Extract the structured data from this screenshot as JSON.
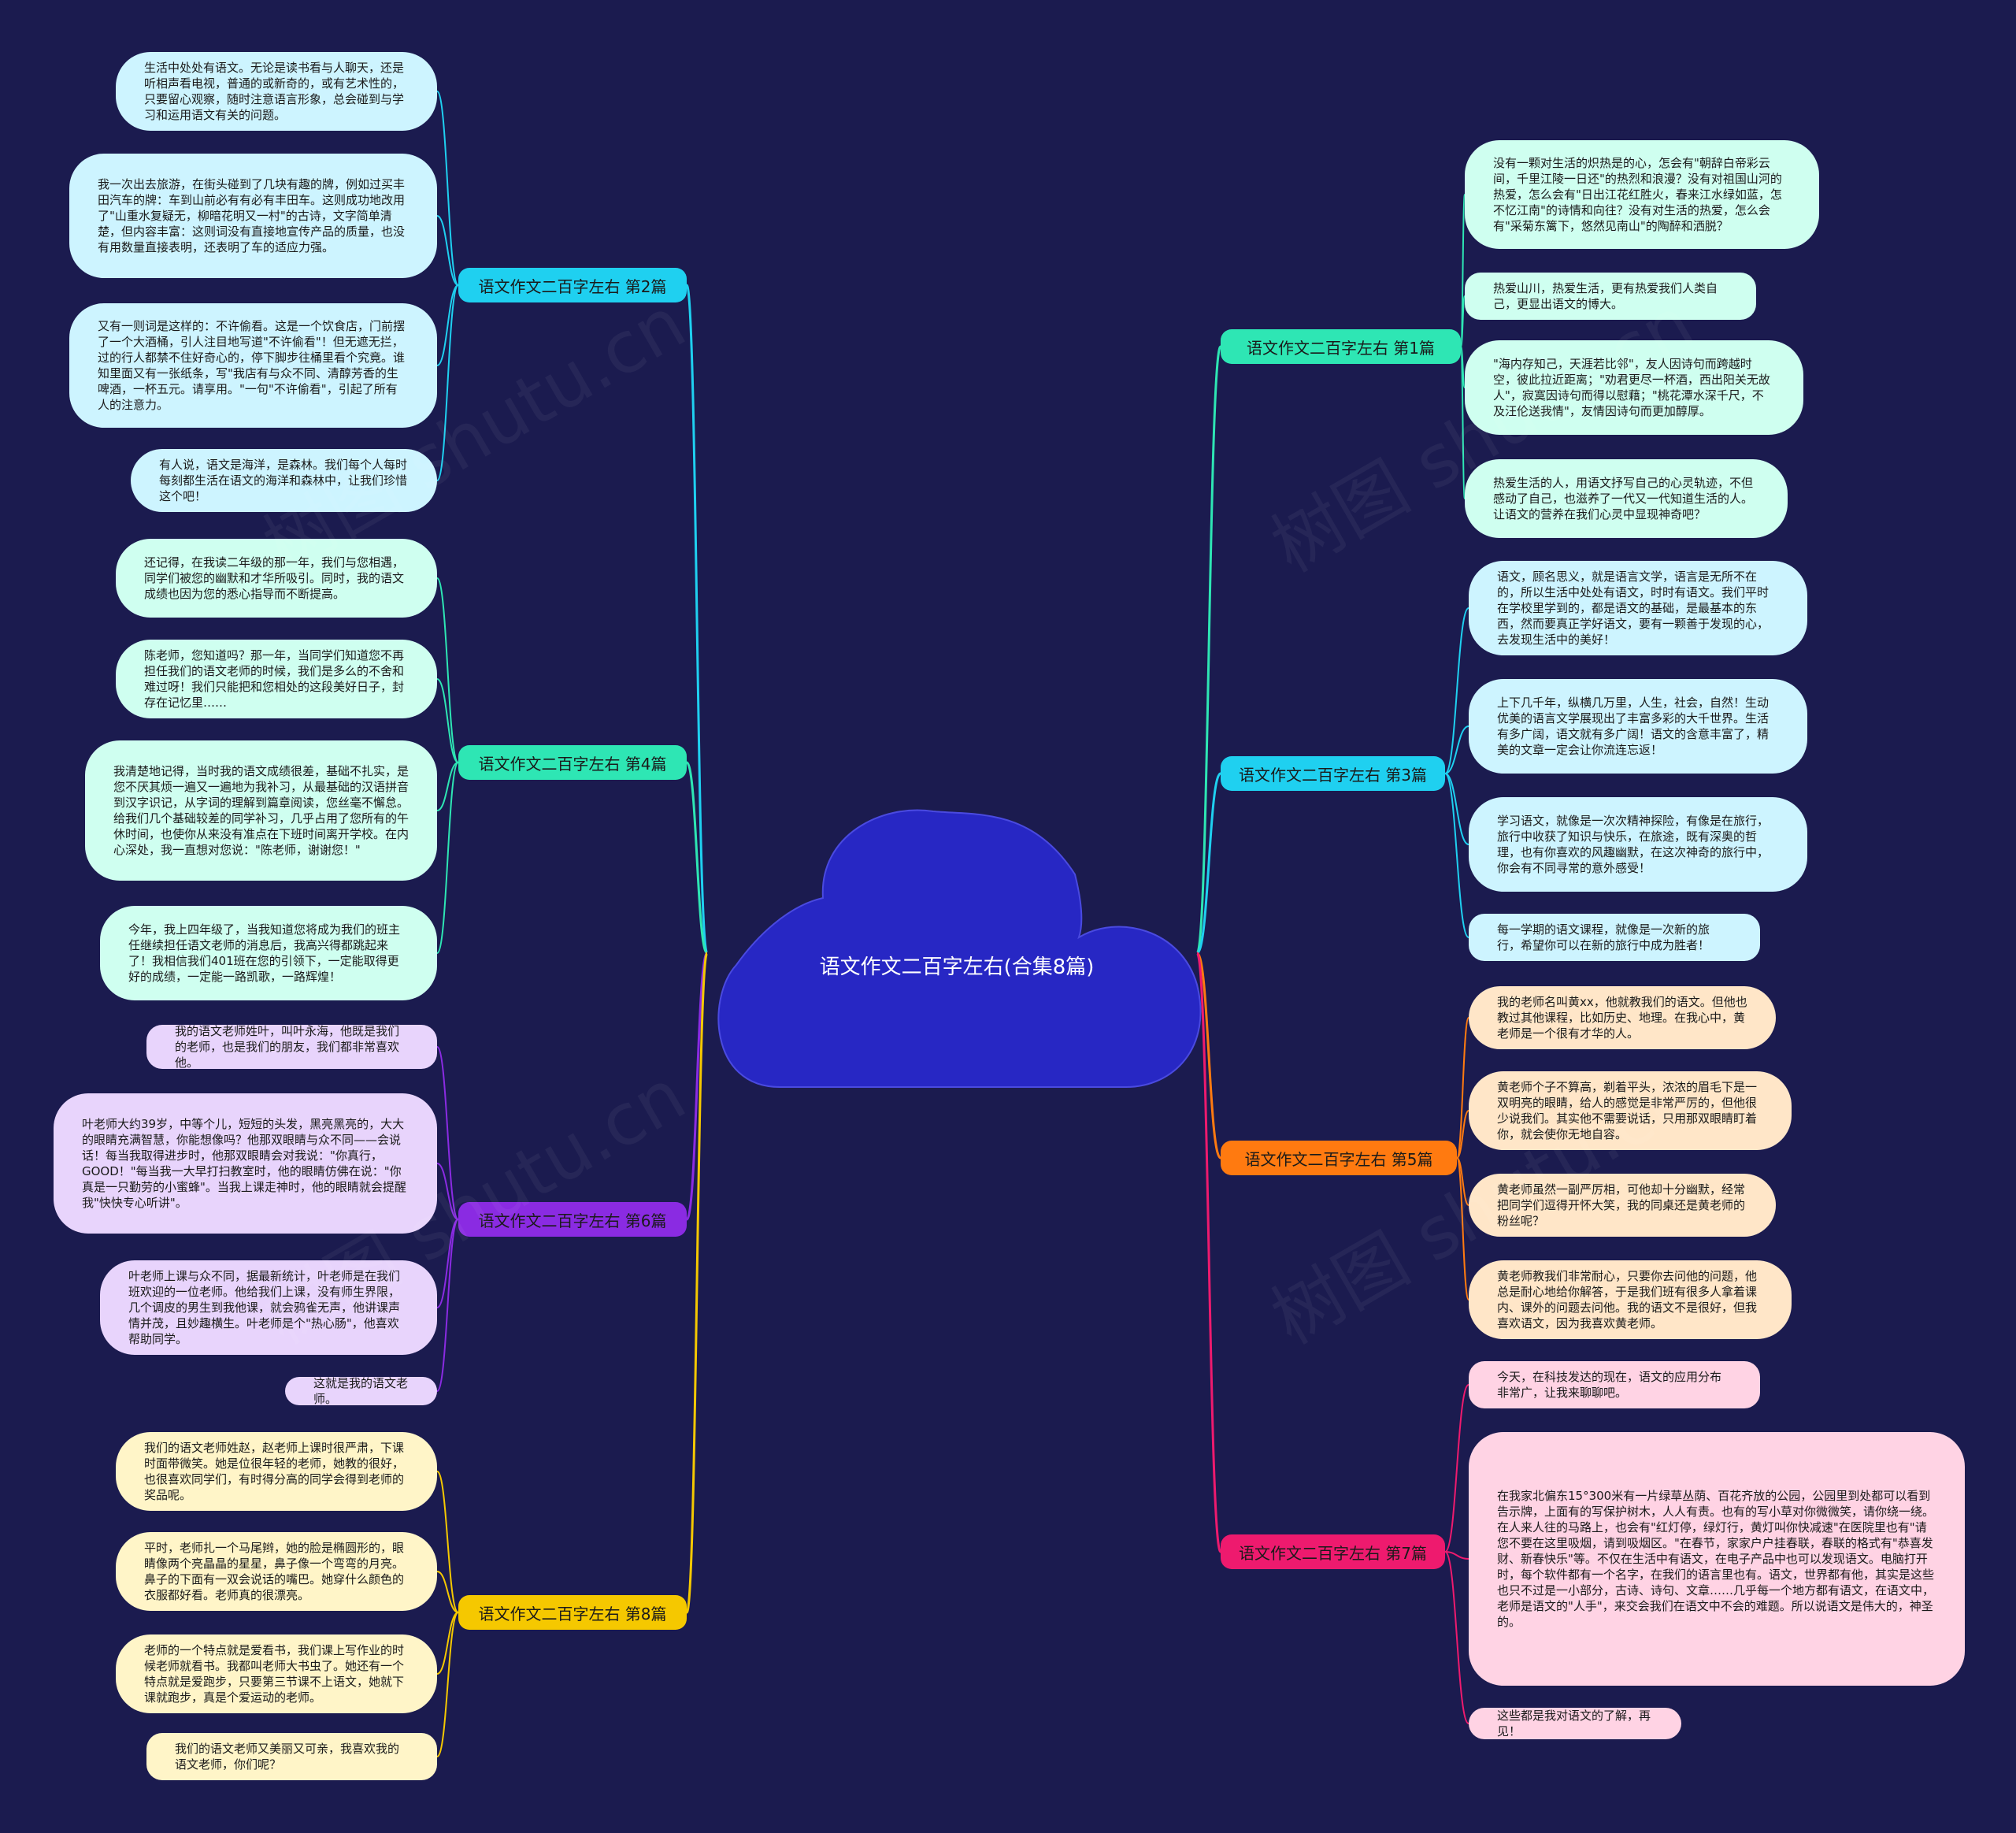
{
  "root": {
    "title": "语文作文二百字左右(合集8篇)"
  },
  "colors": {
    "background": "#1b1b4f",
    "cloud_fill": "#2727c4",
    "cloud_stroke": "#4a4ae0"
  },
  "branches": [
    {
      "id": "b1",
      "label": "语文作文二百字左右  第1篇",
      "color": "#2ee6b4",
      "fill": "#cffff0",
      "leaves": [
        "没有一颗对生活的炽热是的心，怎会有\"朝辞白帝彩云间，千里江陵一日还\"的热烈和浪漫？没有对祖国山河的热爱，怎么会有\"日出江花红胜火，春来江水绿如蓝，怎不忆江南\"的诗情和向往？没有对生活的热爱，怎么会有\"采菊东篱下，悠然见南山\"的陶醉和洒脱？",
        "热爱山川，热爱生活，更有热爱我们人类自己，更显出语文的博大。",
        "\"海内存知己，天涯若比邻\"，友人因诗句而跨越时空，彼此拉近距离；\"劝君更尽一杯酒，西出阳关无故人\"，寂寞因诗句而得以慰藉；\"桃花潭水深千尺，不及汪伦送我情\"，友情因诗句而更加醇厚。",
        "热爱生活的人，用语文抒写自己的心灵轨迹，不但感动了自己，也滋养了一代又一代知道生活的人。让语文的营养在我们心灵中显现神奇吧？"
      ]
    },
    {
      "id": "b3",
      "label": "语文作文二百字左右  第3篇",
      "color": "#1fd0f0",
      "fill": "#cdf4ff",
      "leaves": [
        "语文，顾名思义，就是语言文学，语言是无所不在的，所以生活中处处有语文，时时有语文。我们平时在学校里学到的，都是语文的基础，是最基本的东西，然而要真正学好语文，要有一颗善于发现的心，去发现生活中的美好！",
        "上下几千年，纵横几万里，人生，社会，自然！生动优美的语言文学展现出了丰富多彩的大千世界。生活有多广阔，语文就有多广阔！语文的含意丰富了，精美的文章一定会让你流连忘返！",
        "学习语文，就像是一次次精神探险，有像是在旅行，旅行中收获了知识与快乐，在旅途，既有深奥的哲理，也有你喜欢的风趣幽默，在这次神奇的旅行中，你会有不同寻常的意外感受！",
        "每一学期的语文课程，就像是一次新的旅行，希望你可以在新的旅行中成为胜者！"
      ]
    },
    {
      "id": "b5",
      "label": "语文作文二百字左右  第5篇",
      "color": "#ff7a10",
      "fill": "#ffe6c8",
      "leaves": [
        "我的老师名叫黄xx，他就教我们的语文。但他也教过其他课程，比如历史、地理。在我心中，黄老师是一个很有才华的人。",
        "黄老师个子不算高，剃着平头，浓浓的眉毛下是一双明亮的眼睛，给人的感觉是非常严厉的，但他很少说我们。其实他不需要说话，只用那双眼睛盯着你，就会使你无地自容。",
        "黄老师虽然一副严厉相，可他却十分幽默，经常把同学们逗得开怀大笑，我的同桌还是黄老师的粉丝呢？",
        "黄老师教我们非常耐心，只要你去问他的问题，他总是耐心地给你解答，于是我们班有很多人拿着课内、课外的问题去问他。我的语文不是很好，但我喜欢语文，因为我喜欢黄老师。"
      ]
    },
    {
      "id": "b7",
      "label": "语文作文二百字左右  第7篇",
      "color": "#ee1a6e",
      "fill": "#ffd3e4",
      "leaves": [
        "今天，在科技发达的现在，语文的应用分布非常广，让我来聊聊吧。",
        "在我家北偏东15°300米有一片绿草丛荫、百花齐放的公园，公园里到处都可以看到告示牌，上面有的写保护树木，人人有责。也有的写小草对你微微笑，请你绕一绕。在人来人往的马路上，也会有\"红灯停，绿灯行，黄灯叫你快减速\"在医院里也有\"请您不要在这里吸烟，请到吸烟区。\"在春节，家家户户挂春联，春联的格式有\"恭喜发财、新春快乐\"等。不仅在生活中有语文，在电子产品中也可以发现语文。电脑打开时，每个软件都有一个名字，在我们的语言里也有。语文，世界都有他，其实是这些也只不过是一小部分，古诗、诗句、文章……几乎每一个地方都有语文，在语文中，老师是语文的\"人手\"，来交会我们在语文中不会的难题。所以说语文是伟大的，神圣的。",
        "这些都是我对语文的了解，再见！"
      ]
    },
    {
      "id": "b2",
      "label": "语文作文二百字左右  第2篇",
      "color": "#1fd0f0",
      "fill": "#cdf4ff",
      "leaves": [
        "生活中处处有语文。无论是读书看与人聊天，还是听相声看电视，普通的或新奇的，或有艺术性的，只要留心观察，随时注意语言形象，总会碰到与学习和运用语文有关的问题。",
        "我一次出去旅游，在街头碰到了几块有趣的牌，例如过买丰田汽车的牌：车到山前必有有必有丰田车。这则成功地改用了\"山重水复疑无，柳暗花明又一村\"的古诗，文字简单清楚，但内容丰富：这则词没有直接地宣传产品的质量，也没有用数量直接表明，还表明了车的适应力强。",
        "又有一则词是这样的：不许偷看。这是一个饮食店，门前摆了一个大酒桶，引人注目地写道\"不许偷看\"！但无遮无拦，过的行人都禁不住好奇心的，停下脚步往桶里看个究竟。谁知里面又有一张纸条，写\"我店有与众不同、清醇芳香的生啤酒，一杯五元。请享用。\"一句\"不许偷看\"，引起了所有人的注意力。",
        "有人说，语文是海洋，是森林。我们每个人每时每刻都生活在语文的海洋和森林中，让我们珍惜这个吧！"
      ]
    },
    {
      "id": "b4",
      "label": "语文作文二百字左右  第4篇",
      "color": "#2ee6b4",
      "fill": "#cffff0",
      "leaves": [
        "还记得，在我读二年级的那一年，我们与您相遇，同学们被您的幽默和才华所吸引。同时，我的语文成绩也因为您的悉心指导而不断提高。",
        "陈老师，您知道吗？那一年，当同学们知道您不再担任我们的语文老师的时候，我们是多么的不舍和难过呀！我们只能把和您相处的这段美好日子，封存在记忆里……",
        "我清楚地记得，当时我的语文成绩很差，基础不扎实，是您不厌其烦一遍又一遍地为我补习，从最基础的汉语拼音到汉字识记，从字词的理解到篇章阅读，您丝毫不懈怠。给我们几个基础较差的同学补习，几乎占用了您所有的午休时间，也使你从来没有准点在下班时间离开学校。在内心深处，我一直想对您说：\"陈老师，谢谢您！\"",
        "今年，我上四年级了，当我知道您将成为我们的班主任继续担任语文老师的消息后，我高兴得都跳起来了！我相信我们401班在您的引领下，一定能取得更好的成绩，一定能一路凯歌，一路辉煌！"
      ]
    },
    {
      "id": "b6",
      "label": "语文作文二百字左右  第6篇",
      "color": "#8a2be2",
      "fill": "#e8d4fc",
      "leaves": [
        "我的语文老师姓叶，叫叶永海，他既是我们的老师，也是我们的朋友，我们都非常喜欢他。",
        "叶老师大约39岁，中等个儿，短短的头发，黑亮黑亮的，大大的眼睛充满智慧，你能想像吗？他那双眼睛与众不同——会说话！每当我取得进步时，他那双眼睛会对我说：\"你真行，GOOD！\"每当我一大早打扫教室时，他的眼睛仿佛在说：\"你真是一只勤劳的小蜜蜂\"。当我上课走神时，他的眼睛就会提醒我\"快快专心听讲\"。",
        "叶老师上课与众不同，据最新统计，叶老师是在我们班欢迎的一位老师。他给我们上课，没有师生界限，几个调皮的男生到我他课，就会鸦雀无声，他讲课声情并茂，且妙趣横生。叶老师是个\"热心肠\"，他喜欢帮助同学。",
        "这就是我的语文老师。"
      ]
    },
    {
      "id": "b8",
      "label": "语文作文二百字左右  第8篇",
      "color": "#f5c800",
      "fill": "#fff5c8",
      "leaves": [
        "我们的语文老师姓赵，赵老师上课时很严肃，下课时面带微笑。她是位很年轻的老师，她教的很好，也很喜欢同学们，有时得分高的同学会得到老师的奖品呢。",
        "平时，老师扎一个马尾辫，她的脸是椭圆形的，眼睛像两个亮晶晶的星星，鼻子像一个弯弯的月亮。鼻子的下面有一双会说话的嘴巴。她穿什么颜色的衣服都好看。老师真的很漂亮。",
        "老师的一个特点就是爱看书，我们课上写作业的时候老师就看书。我都叫老师大书虫了。她还有一个特点就是爱跑步，只要第三节课不上语文，她就下课就跑步，真是个爱运动的老师。",
        "我们的语文老师又美丽又可亲，我喜欢我的语文老师，你们呢？"
      ]
    }
  ]
}
